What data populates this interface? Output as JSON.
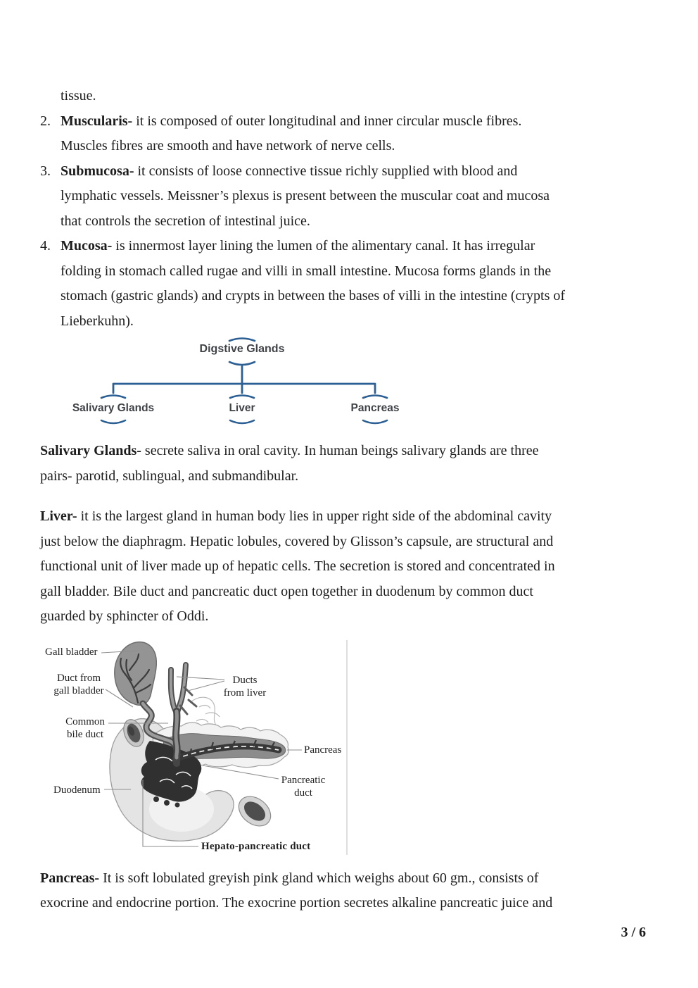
{
  "page": {
    "number_label": "3 / 6"
  },
  "list": {
    "continuation": "tissue.",
    "items": [
      {
        "num": "2.",
        "term": "Muscularis-",
        "text": "it is composed of outer longitudinal and inner circular muscle fibres.\nMuscles fibres are smooth and have network of nerve cells."
      },
      {
        "num": "3.",
        "term": "Submucosa-",
        "text": "it consists of loose connective tissue richly supplied with blood and\nlymphatic vessels. Meissner’s plexus is present between the muscular coat and mucosa\nthat controls the secretion of intestinal juice."
      },
      {
        "num": "4.",
        "term": "Mucosa-",
        "text": "is innermost layer lining the lumen of the alimentary canal. It has irregular\nfolding in stomach called rugae and villi in small intestine. Mucosa forms glands in the\nstomach (gastric glands) and crypts in between the bases of villi in the intestine (crypts of\nLieberkuhn)."
      }
    ]
  },
  "tree": {
    "root": "Digstive Glands",
    "children": [
      "Salivary Glands",
      "Liver",
      "Pancreas"
    ],
    "line_color": "#2c5f93",
    "text_color": "#3f4347"
  },
  "paragraphs": {
    "salivary": {
      "term": "Salivary Glands-",
      "text": "secrete saliva in oral cavity. In human beings salivary glands are three\npairs- parotid, sublingual, and submandibular."
    },
    "liver": {
      "term": "Liver-",
      "text": "it is the largest gland in human body lies in upper right side of the abdominal cavity\njust below the diaphragm. Hepatic lobules, covered by Glisson’s capsule, are structural and\nfunctional unit of liver made up of hepatic cells. The secretion is stored and concentrated in\ngall bladder. Bile duct and pancreatic duct open together in duodenum by common duct\nguarded by sphincter of Oddi."
    },
    "pancreas": {
      "term": "Pancreas-",
      "text": "It is soft lobulated greyish pink gland which weighs about 60 gm., consists of\nexocrine and endocrine portion. The exocrine portion secretes alkaline pancreatic juice and"
    }
  },
  "figure": {
    "labels": {
      "gall_bladder": "Gall bladder",
      "duct_from_gb_1": "Duct from",
      "duct_from_gb_2": "gall bladder",
      "common_bile_1": "Common",
      "common_bile_2": "bile duct",
      "ducts_liver_1": "Ducts",
      "ducts_liver_2": "from liver",
      "pancreas": "Pancreas",
      "pancreatic_1": "Pancreatic",
      "pancreatic_2": "duct",
      "duodenum": "Duodenum",
      "hepato": "Hepato-pancreatic duct"
    }
  }
}
